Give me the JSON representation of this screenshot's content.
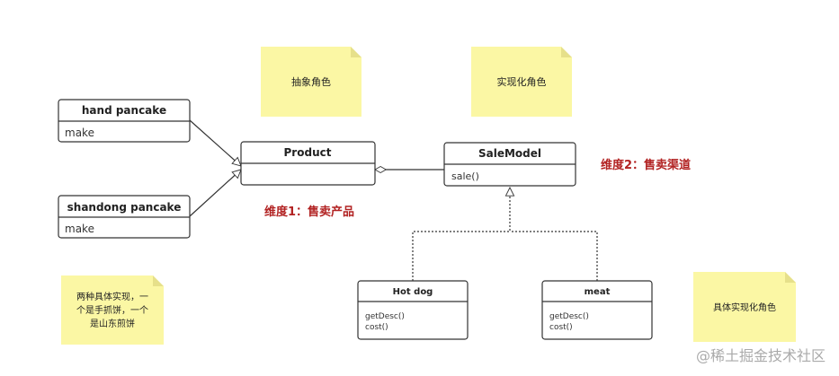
{
  "notes": {
    "abstract_role": "抽象角色",
    "implementor_role": "实现化角色",
    "concrete_impl_role": "具体实现化角色",
    "concrete_examples": [
      "两种具体实现，一",
      "个是手抓饼，一个",
      "是山东煎饼"
    ]
  },
  "classes": {
    "hand_pancake": {
      "name": "hand pancake",
      "members": [
        "make"
      ]
    },
    "shandong_pancake": {
      "name": "shandong pancake",
      "members": [
        "make"
      ]
    },
    "product": {
      "name": "Product",
      "members": []
    },
    "sale_model": {
      "name": "SaleModel",
      "members": [
        "sale()"
      ]
    },
    "hot_dog": {
      "name": "Hot dog",
      "members": [
        "getDesc()",
        "cost()"
      ]
    },
    "meat": {
      "name": "meat",
      "members": [
        "getDesc()",
        "cost()"
      ]
    }
  },
  "dimensions": {
    "dim1": "维度1：售卖产品",
    "dim2": "维度2：售卖渠道"
  },
  "watermark": "@稀土掘金技术社区",
  "colors": {
    "note_fill": "#fbf7a4",
    "note_fold": "#e6e08a",
    "dimension_label": "#b22222",
    "line": "#333333"
  }
}
